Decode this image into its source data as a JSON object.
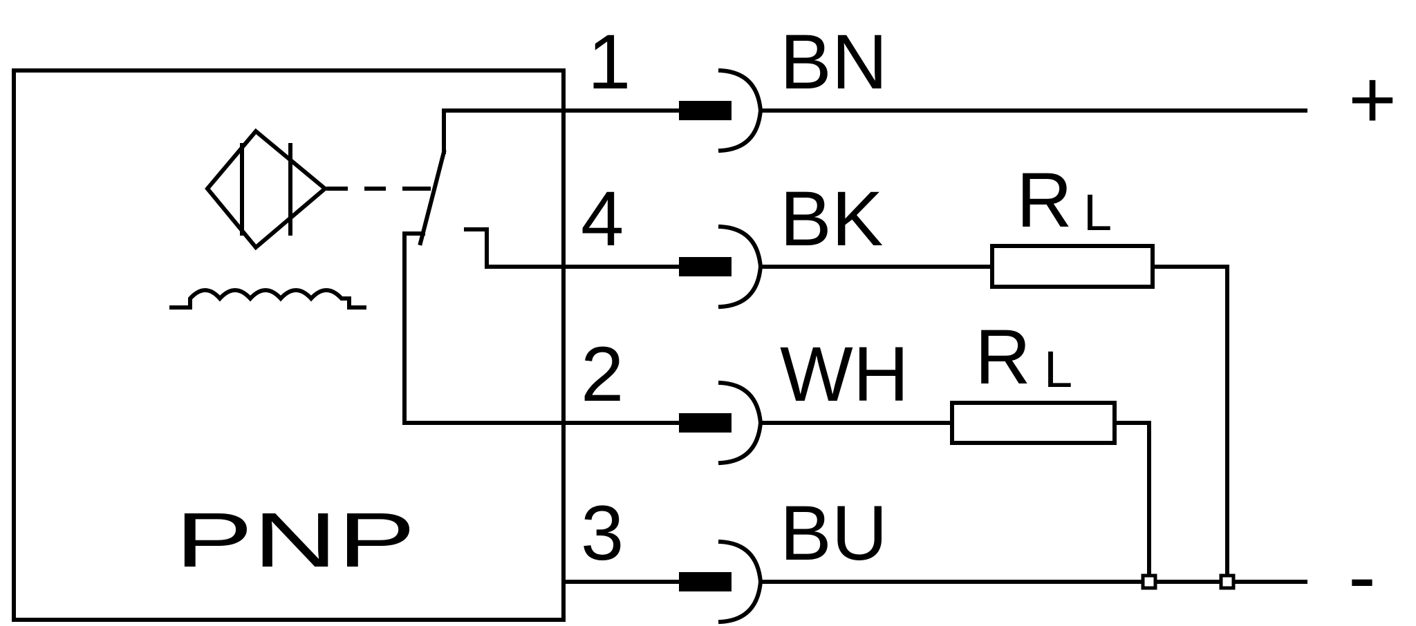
{
  "sensor": {
    "type_label": "PNP",
    "symbol_icon": "inductive-sensor-icon"
  },
  "pins": [
    {
      "number": "1",
      "color_code": "BN"
    },
    {
      "number": "4",
      "color_code": "BK"
    },
    {
      "number": "2",
      "color_code": "WH"
    },
    {
      "number": "3",
      "color_code": "BU"
    }
  ],
  "loads": [
    {
      "main": "R",
      "sub": "L"
    },
    {
      "main": "R",
      "sub": "L"
    }
  ],
  "supply": {
    "positive": "+",
    "negative": "-"
  },
  "colors": {
    "line": "#000000",
    "background": "#ffffff"
  }
}
